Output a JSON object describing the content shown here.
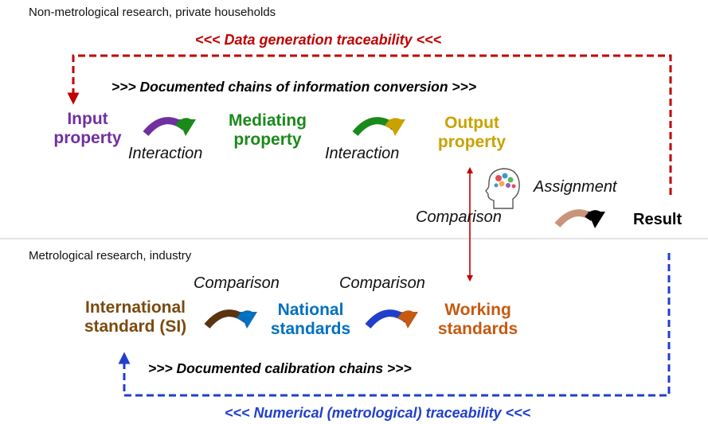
{
  "sections": {
    "upper": "Non-metrological research, private households",
    "lower": "Metrological research, industry"
  },
  "traceability": {
    "data_generation": "<<<  Data generation traceability  <<<",
    "numerical": "<<<  Numerical (metrological) traceability  <<<"
  },
  "chains": {
    "information": ">>> Documented chains of information conversion >>>",
    "calibration": ">>> Documented calibration chains >>>"
  },
  "properties": {
    "input": [
      "Input",
      "property"
    ],
    "mediating": [
      "Mediating",
      "property"
    ],
    "output": [
      "Output",
      "property"
    ]
  },
  "standards": {
    "international": [
      "International",
      "standard (SI)"
    ],
    "national": [
      "National",
      "standards"
    ],
    "working": [
      "Working",
      "standards"
    ]
  },
  "verbs": {
    "interaction_1": "Interaction",
    "interaction_2": "Interaction",
    "assignment": "Assignment",
    "comparison_vertical": "Comparison",
    "comparison_1": "Comparison",
    "comparison_2": "Comparison"
  },
  "result": "Result",
  "colors": {
    "red": "#c00000",
    "blue": "#1f3fcc",
    "purple": "#7030a0",
    "green": "#1a8a1a",
    "gold": "#c9a200",
    "brown": "#7a4a10",
    "national_blue": "#0070c0",
    "orange": "#c55a11"
  },
  "icons": [
    "curved-arrow-icon",
    "head-gears-icon"
  ]
}
